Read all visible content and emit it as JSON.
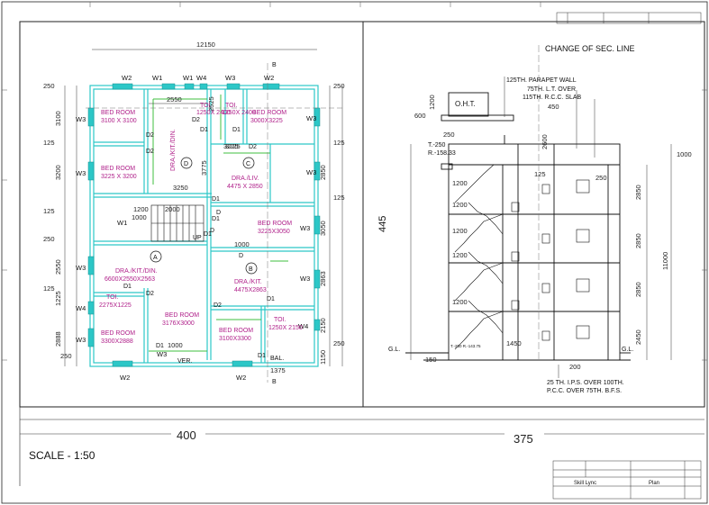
{
  "plan": {
    "overall_width": "12150",
    "top_dims": [
      "2550",
      "2525",
      "3225"
    ],
    "left_dims": [
      "250",
      "3100",
      "125",
      "3200",
      "125",
      "250",
      "2550",
      "1225",
      "125",
      "2888",
      "250"
    ],
    "right_dims": [
      "250",
      "125",
      "2850",
      "125",
      "3050",
      "2863",
      "2150",
      "250",
      "1150"
    ],
    "inner_dims": [
      "3250",
      "1200",
      "2000",
      "1000",
      "1000",
      "3225",
      "1375",
      "1000"
    ],
    "windows": {
      "top": [
        "W2",
        "W1",
        "W1",
        "W4",
        "W3",
        "W2"
      ],
      "bottom": [
        "W2",
        "W2",
        "W3"
      ],
      "left": [
        "W3",
        "W3",
        "W1",
        "W3",
        "W4",
        "W3"
      ],
      "right": [
        "W3",
        "W3",
        "W3",
        "W3",
        "W4"
      ]
    },
    "doors": [
      "D2",
      "D2",
      "D2",
      "D1",
      "D1",
      "D2",
      "D1",
      "D1",
      "D",
      "D",
      "D",
      "D2",
      "D2",
      "D1",
      "D1",
      "D1",
      "D1",
      "D1"
    ],
    "rooms": [
      {
        "name": "BED ROOM",
        "size": "3100 X 3100"
      },
      {
        "name": "BED ROOM",
        "size": "3225 X 3200"
      },
      {
        "name": "TOI.",
        "size": "1250X 2400"
      },
      {
        "name": "TOI.",
        "size": "1250X 2400"
      },
      {
        "name": "BED ROOM",
        "size": "3000X3225"
      },
      {
        "name": "DRA./KIT./DIN.",
        "size": "3775"
      },
      {
        "name": "DRA./LIV.",
        "size": "4475 X 2850"
      },
      {
        "name": "BED ROOM",
        "size": "3225X3050"
      },
      {
        "name": "DRA./KIT./DIN.",
        "size": "6600X2550X2563"
      },
      {
        "name": "DRA./KIT.",
        "size": "4475X2863"
      },
      {
        "name": "TOI.",
        "size": "2275X1225"
      },
      {
        "name": "BED ROOM",
        "size": "3176X3000"
      },
      {
        "name": "BED ROOM",
        "size": "3100X3300"
      },
      {
        "name": "BED ROOM",
        "size": "3300X2888"
      },
      {
        "name": "TOI.",
        "size": "1250X 2150"
      }
    ],
    "flat_tags": [
      "A",
      "B",
      "C",
      "D"
    ],
    "labels": {
      "up": "UP",
      "ver": "VER.",
      "bal": "BAL.",
      "section_mark": "B"
    }
  },
  "section": {
    "change_note": "CHANGE OF SEC. LINE",
    "parapet": "125TH. PARAPET WALL",
    "slab1": "75TH. L.T. OVER",
    "slab2": "115TH. R.C.C. SLAB",
    "oht": "O.H.T.",
    "beam": "T.-250",
    "radius": "R.-158.33",
    "ground_level": "G.L.",
    "ground_level_right": "G.L.",
    "plinth": "T.-250 R.-143.75",
    "base1": "25 TH. I.P.S. OVER 100TH.",
    "base2": "P.C.C. OVER 75TH. B.F.S.",
    "height_total": "11000",
    "height_445": "445",
    "dims": [
      "600",
      "1200",
      "250",
      "450",
      "2600",
      "1000",
      "125",
      "250",
      "1200",
      "1200",
      "1200",
      "1200",
      "1200",
      "2850",
      "2850",
      "2850",
      "2450",
      "1450",
      "150",
      "200"
    ]
  },
  "sheet": {
    "width_left": "400",
    "width_right": "375",
    "scale": "SCALE  -  1:50",
    "title_block": {
      "company": "Skill Lync",
      "title": "Plan"
    }
  }
}
